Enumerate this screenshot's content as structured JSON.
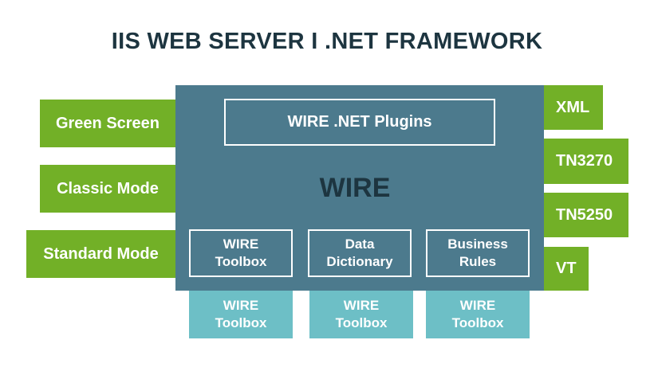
{
  "title": "IIS WEB SERVER I .NET FRAMEWORK",
  "left_items": [
    "Green Screen",
    "Classic Mode",
    "Standard Mode"
  ],
  "right_items": [
    "XML",
    "TN3270",
    "TN5250",
    "VT"
  ],
  "core": {
    "plugins": "WIRE .NET Plugins",
    "label": "WIRE",
    "modules": [
      "WIRE\nToolbox",
      "Data\nDictionary",
      "Business\nRules"
    ]
  },
  "bottom_items": [
    "WIRE\nToolbox",
    "WIRE\nToolbox",
    "WIRE\nToolbox"
  ],
  "colors": {
    "green": "#72b027",
    "core": "#4c7a8d",
    "teal": "#6dbfc6",
    "title": "#1d3540"
  }
}
